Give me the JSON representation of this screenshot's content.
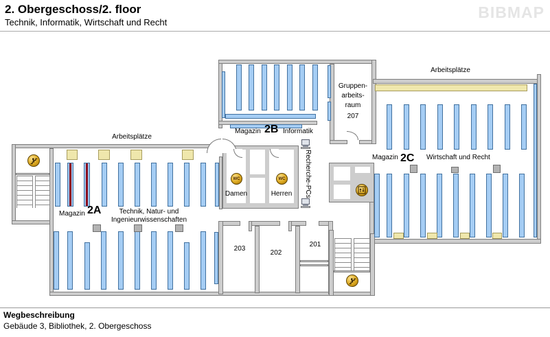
{
  "header": {
    "title": "2. Obergeschoss/2. floor",
    "subtitle": "Technik, Informatik, Wirtschaft und Recht",
    "logo": "BIBMAP"
  },
  "map": {
    "areas": {
      "left_wing": {
        "workspaces_label": "Arbeitsplätze",
        "magazin_label": "Magazin",
        "section_code": "2A",
        "subject_line1": "Technik, Natur- und",
        "subject_line2": "Ingenieurwissenschaften"
      },
      "top_wing": {
        "magazin_label": "Magazin",
        "section_code": "2B",
        "subject": "Informatik"
      },
      "right_wing": {
        "workspaces_label": "Arbeitsplätze",
        "magazin_label": "Magazin",
        "section_code": "2C",
        "subject": "Wirtschaft und Recht"
      },
      "group_room": {
        "line1": "Gruppen-",
        "line2": "arbeits-",
        "line3": "raum",
        "number": "207"
      },
      "wc": {
        "women": "Damen",
        "men": "Herren",
        "icon_text": "WC"
      },
      "research_pcs": "Recherche-PCs",
      "rooms": {
        "r203": "203",
        "r202": "202",
        "r201": "201"
      }
    },
    "colors": {
      "shelf": "#a5cdf4",
      "shelf_border": "#42719f",
      "highlight_shelf": "#8e1020",
      "desk": "#efe7ac",
      "wall": "#cdcdcd",
      "icon_gold": "#dca81e"
    }
  },
  "footer": {
    "heading": "Wegbeschreibung",
    "description": "Gebäude 3, Bibliothek, 2. Obergeschoss"
  }
}
